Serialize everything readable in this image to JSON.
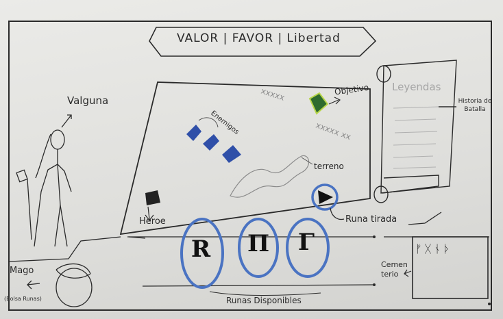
{
  "title": "VALOR | FAVOR | Libertad",
  "character": {
    "name": "Valguna"
  },
  "board": {
    "enemies_label": "Enemigos",
    "objective_label": "Objetivo",
    "terrain_label": "terreno",
    "hero_label": "Heroe",
    "cast_rune_label": "Runa tirada"
  },
  "legends_panel": {
    "title": "Leyendas",
    "history_label": "Historia de Batalla"
  },
  "mage": {
    "label": "Mago",
    "bag_label": "(Bolsa Runas)"
  },
  "graveyard": {
    "label": "Cemen terio",
    "runes": "ᚠᚷᚾᚦ"
  },
  "available_runes": {
    "label": "Runas Disponibles",
    "runes": [
      "R",
      "Π",
      "Γ"
    ]
  },
  "colors": {
    "enemy": "#2f4fa8",
    "objective": "#2e6b2e",
    "rune_circle": "#4a73c2",
    "ink": "#2a2a2a"
  }
}
